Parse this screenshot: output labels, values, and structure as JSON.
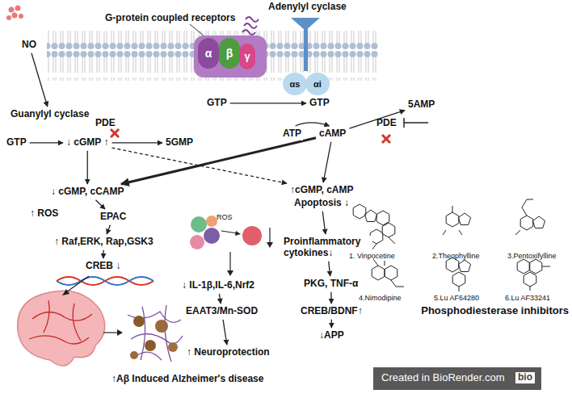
{
  "diagram": {
    "nodes": [
      {
        "text": [
          "NO"
        ]
      },
      {
        "text": [
          "α"
        ]
      },
      {
        "text": [
          "β"
        ]
      },
      {
        "text": [
          "γ"
        ]
      },
      {
        "text": [
          "αs"
        ]
      },
      {
        "text": [
          "αi"
        ]
      },
      {
        "text": [
          "Guanylyl cyclase"
        ]
      },
      {
        "text": [
          "GTP"
        ]
      },
      {
        "text": [
          "↓ cGMP ↑"
        ]
      },
      {
        "text": [
          "5GMP"
        ]
      },
      {
        "text": [
          "GTP"
        ]
      },
      {
        "text": [
          "GTP"
        ]
      },
      {
        "text": [
          "ATP"
        ]
      },
      {
        "text": [
          "cAMP"
        ]
      },
      {
        "text": [
          "5AMP"
        ]
      },
      {
        "text": [
          "↓ cGMP, cCAMP"
        ]
      },
      {
        "text": [
          "↑ ROS"
        ]
      },
      {
        "text": [
          "EPAC"
        ]
      },
      {
        "text": [
          "↑ Raf,ERK,  Rap,GSK3"
        ]
      },
      {
        "text": [
          "CREB ↓"
        ]
      },
      {
        "text": [
          "↑cGMP, cAMP"
        ]
      },
      {
        "text": [
          "Apoptosis ↓"
        ]
      },
      {
        "text": [
          "Proinflammatory cytokines↓"
        ]
      },
      {
        "text": [
          "PKG, TNF-α"
        ]
      },
      {
        "text": [
          "CREB/BDNF↑"
        ]
      },
      {
        "text": [
          "↓APP"
        ]
      },
      {
        "text": [
          "↓ IL-1β,IL-6,Nrf2"
        ]
      },
      {
        "text": [
          "EAAT3/Mn-SOD"
        ]
      },
      {
        "text": [
          "↑ Neuroprotection"
        ]
      },
      {
        "text": [
          "↑Aβ Induced Alzheimer's disease"
        ]
      }
    ],
    "edges": [
      {
        "from": 0,
        "to": 6,
        "arrow": "to"
      },
      {
        "from": 7,
        "to": 8,
        "arrow": "to"
      },
      {
        "from": 8,
        "to": 9,
        "arrow": "to"
      },
      {
        "from": 8,
        "to": 15,
        "arrow": "to"
      },
      {
        "from": 8,
        "to": 20,
        "arrow": "to"
      },
      {
        "from": 10,
        "to": 11,
        "arrow": "to"
      },
      {
        "from": 12,
        "to": 13,
        "arrow": "to"
      },
      {
        "from": 13,
        "to": 14,
        "arrow": "to"
      },
      {
        "from": 13,
        "to": 15,
        "arrow": "to"
      },
      {
        "from": 13,
        "to": 20,
        "arrow": "to"
      },
      {
        "from": 15,
        "to": 17,
        "arrow": "to"
      },
      {
        "from": 17,
        "to": 18,
        "arrow": "to"
      },
      {
        "from": 18,
        "to": 19,
        "arrow": "to"
      },
      {
        "from": 21,
        "to": 22,
        "arrow": "to"
      },
      {
        "from": 22,
        "to": 23,
        "arrow": "to"
      },
      {
        "from": 23,
        "to": 24,
        "arrow": "to"
      },
      {
        "from": 24,
        "to": 25,
        "arrow": "to"
      },
      {
        "from": 26,
        "to": 27,
        "arrow": "to"
      },
      {
        "from": 27,
        "to": 28,
        "arrow": "to"
      }
    ],
    "labels": [
      "G-protein coupled receptors",
      "Adenylyl cyclase",
      "PDE",
      "PDE",
      "ROS",
      "1. Vinpocetine",
      "2.Theophylline",
      "3.Pentoxifylline",
      "4.Nimodipine",
      "5.Lu AF64280",
      "6.Lu AF33241",
      "Phosphodiesterase inhibitors",
      "Created in BioRender.com",
      "bio"
    ]
  }
}
